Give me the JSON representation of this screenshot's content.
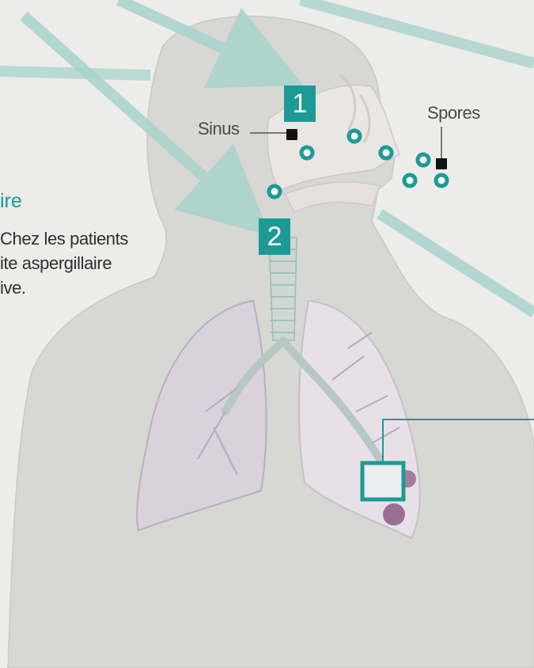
{
  "labels": {
    "sinus": "Sinus",
    "spores": "Spores",
    "step1": "1",
    "step2": "2"
  },
  "side_text": {
    "heading": "ire",
    "lines": [
      "Chez les patients",
      "ite aspergillaire",
      "ive."
    ]
  },
  "colors": {
    "background": "#ececea",
    "body": "#d7d7d3",
    "teal": "#1d9a95",
    "arrow": "#a9d3cd",
    "lung": "#d9d1dc"
  }
}
